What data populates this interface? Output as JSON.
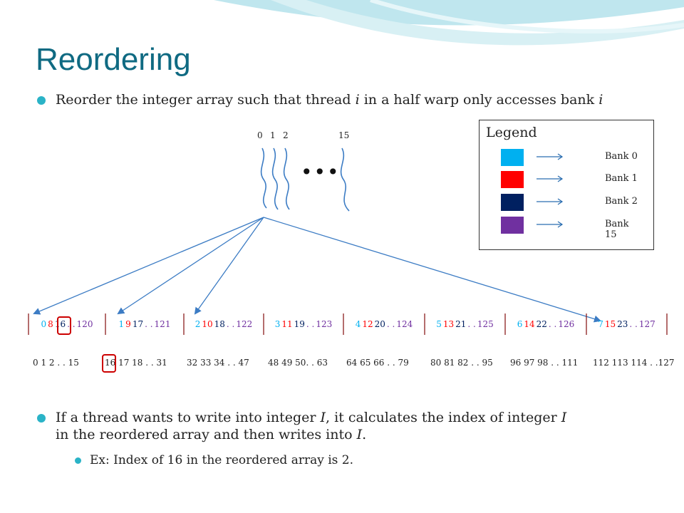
{
  "slide": {
    "title": "Reordering",
    "bullet1": {
      "pre": "Reorder the integer array such that thread ",
      "var1": "i",
      "mid": " in a half warp only accesses bank ",
      "var2": "i"
    },
    "bullet2": {
      "p1": "If a thread wants to write into integer ",
      "v1": "I",
      "p2": ", it calculates the index of integer ",
      "v2": "I",
      "p3": "in the reordered array and then writes into ",
      "v3": "I",
      "p4": "."
    },
    "sub_bullet": "Ex: Index of 16 in the reordered array is 2."
  },
  "legend": {
    "title": "Legend",
    "items": [
      {
        "label": "Bank 0",
        "color": "#00b0f0"
      },
      {
        "label": "Bank 1",
        "color": "#ff0000"
      },
      {
        "label": "Bank 2",
        "color": "#002060"
      },
      {
        "label": "Bank 15",
        "color": "#7030a0"
      }
    ]
  },
  "threads": {
    "labels": [
      "0",
      "1",
      "2",
      "15"
    ],
    "ellipsis": "•••"
  },
  "reordered": [
    {
      "parts": [
        [
          "0",
          "#00b0f0"
        ],
        [
          "8",
          "#ff0000"
        ],
        [
          "16",
          "#002060"
        ],
        [
          ". .",
          "#7030a0"
        ],
        [
          "120",
          "#7030a0"
        ]
      ]
    },
    {
      "parts": [
        [
          "1",
          "#00b0f0"
        ],
        [
          "9",
          "#ff0000"
        ],
        [
          "17",
          "#002060"
        ],
        [
          ". .",
          "#7030a0"
        ],
        [
          "121",
          "#7030a0"
        ]
      ]
    },
    {
      "parts": [
        [
          "2",
          "#00b0f0"
        ],
        [
          "10",
          "#ff0000"
        ],
        [
          "18",
          "#002060"
        ],
        [
          ". .",
          "#7030a0"
        ],
        [
          "122",
          "#7030a0"
        ]
      ]
    },
    {
      "parts": [
        [
          "3",
          "#00b0f0"
        ],
        [
          "11",
          "#ff0000"
        ],
        [
          "19",
          "#002060"
        ],
        [
          ". .",
          "#7030a0"
        ],
        [
          "123",
          "#7030a0"
        ]
      ]
    },
    {
      "parts": [
        [
          "4",
          "#00b0f0"
        ],
        [
          "12",
          "#ff0000"
        ],
        [
          "20",
          "#002060"
        ],
        [
          ". .",
          "#7030a0"
        ],
        [
          "124",
          "#7030a0"
        ]
      ]
    },
    {
      "parts": [
        [
          "5",
          "#00b0f0"
        ],
        [
          "13",
          "#ff0000"
        ],
        [
          "21",
          "#002060"
        ],
        [
          ". .",
          "#7030a0"
        ],
        [
          "125",
          "#7030a0"
        ]
      ]
    },
    {
      "parts": [
        [
          "6",
          "#00b0f0"
        ],
        [
          "14",
          "#ff0000"
        ],
        [
          "22",
          "#002060"
        ],
        [
          ". .",
          "#7030a0"
        ],
        [
          "126",
          "#7030a0"
        ]
      ]
    },
    {
      "parts": [
        [
          "7",
          "#00b0f0"
        ],
        [
          "15",
          "#ff0000"
        ],
        [
          "23",
          "#002060"
        ],
        [
          ". .",
          "#7030a0"
        ],
        [
          "127",
          "#7030a0"
        ]
      ]
    }
  ],
  "original_indices": [
    "0  1  2 . .  15",
    "16  17 18 . .  31",
    "32 33 34  . .  47",
    "48 49 50. .  63",
    "64 65 66 . .  79",
    "80 81 82 . .  95",
    "96 97 98 . .  111",
    "112 113 114 . .127"
  ]
}
